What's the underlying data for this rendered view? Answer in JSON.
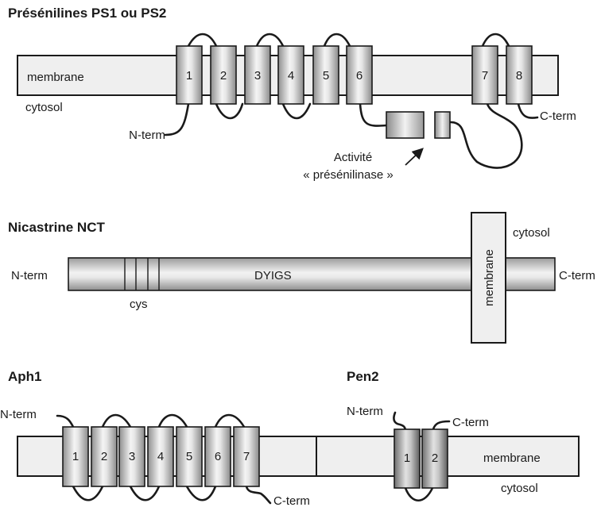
{
  "ps": {
    "title": "Présénilines PS1 ou PS2",
    "membrane_label": "membrane",
    "cytosol_label": "cytosol",
    "n_term": "N-term",
    "c_term": "C-term",
    "helices": [
      "1",
      "2",
      "3",
      "4",
      "5",
      "6",
      "7",
      "8"
    ],
    "activity_line1": "Activité",
    "activity_line2": "« présénilinase »"
  },
  "nct": {
    "title": "Nicastrine NCT",
    "n_term": "N-term",
    "c_term": "C-term",
    "motif": "DYIGS",
    "cys_label": "cys",
    "membrane_label": "membrane",
    "cytosol_label": "cytosol"
  },
  "aph1": {
    "title": "Aph1",
    "n_term": "N-term",
    "c_term": "C-term",
    "helices": [
      "1",
      "2",
      "3",
      "4",
      "5",
      "6",
      "7"
    ]
  },
  "pen2": {
    "title": "Pen2",
    "n_term": "N-term",
    "c_term": "C-term",
    "helices": [
      "1",
      "2"
    ],
    "membrane_label": "membrane",
    "cytosol_label": "cytosol"
  }
}
